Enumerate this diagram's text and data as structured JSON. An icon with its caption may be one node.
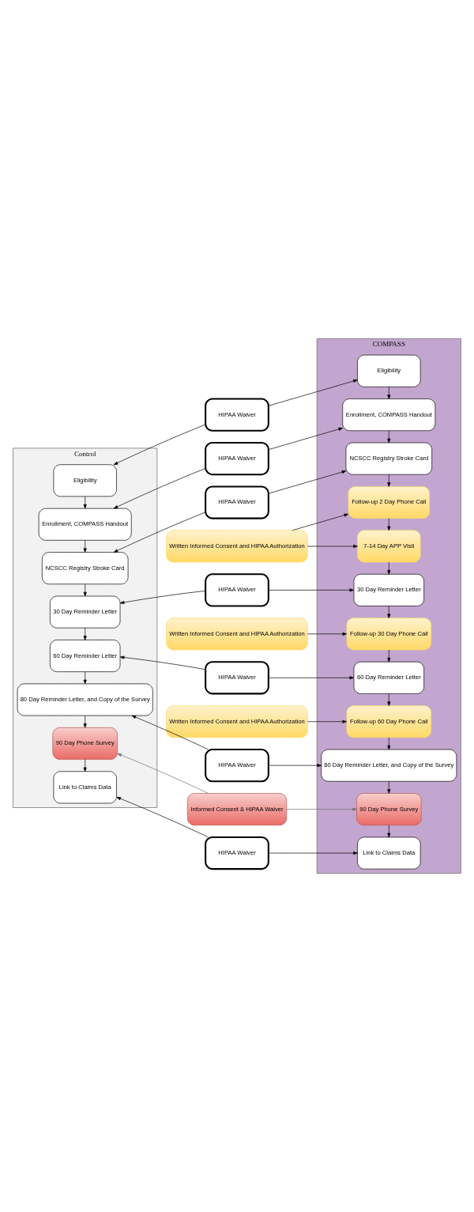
{
  "diagram": {
    "nodes": [
      {
        "text": [
          "Control"
        ]
      },
      {
        "text": [
          "Eligibility"
        ],
        "in": 0
      },
      {
        "text": [
          "Enrollment, COMPASS Handout"
        ],
        "in": 0
      },
      {
        "text": [
          "NCSCC Registry Stroke Card"
        ],
        "in": 0
      },
      {
        "text": [
          "30 Day Reminder Letter"
        ],
        "in": 0
      },
      {
        "text": [
          "60 Day Reminder Letter"
        ],
        "in": 0
      },
      {
        "text": [
          "80 Day Reminder Letter, and Copy of the Survey"
        ],
        "in": 0
      },
      {
        "text": [
          "90 Day Phone Survey"
        ],
        "in": 0
      },
      {
        "text": [
          "Link to Claims Data"
        ],
        "in": 0
      },
      {
        "text": [
          "HIPAA Waiver"
        ]
      },
      {
        "text": [
          "HIPAA Waiver"
        ]
      },
      {
        "text": [
          "HIPAA Waiver"
        ]
      },
      {
        "text": [
          "Written Informed Consent and HIPAA Authorization"
        ]
      },
      {
        "text": [
          "HIPAA Waiver"
        ]
      },
      {
        "text": [
          "Written Informed Consent and HIPAA Authorization"
        ]
      },
      {
        "text": [
          "HIPAA Waiver"
        ]
      },
      {
        "text": [
          "Written Informed Consent and HIPAA Authorization"
        ]
      },
      {
        "text": [
          "HIPAA Waiver"
        ]
      },
      {
        "text": [
          "Informed Consent & HIPAA Waiver"
        ]
      },
      {
        "text": [
          "HIPAA Waiver"
        ]
      },
      {
        "text": [
          "COMPASS"
        ]
      },
      {
        "text": [
          "Eligibility"
        ],
        "in": 20
      },
      {
        "text": [
          "Enrollment, COMPASS Handout"
        ],
        "in": 20
      },
      {
        "text": [
          "NCSCC Registry Stroke Card"
        ],
        "in": 20
      },
      {
        "text": [
          "Follow-up 2 Day Phone Call"
        ],
        "in": 20
      },
      {
        "text": [
          "7-14 Day APP Visit"
        ],
        "in": 20
      },
      {
        "text": [
          "30 Day Reminder Letter"
        ],
        "in": 20
      },
      {
        "text": [
          "Follow-up 30 Day Phone Call"
        ],
        "in": 20
      },
      {
        "text": [
          "60 Day Reminder Letter"
        ],
        "in": 20
      },
      {
        "text": [
          "Follow-up 60 Day Phone Call"
        ],
        "in": 20
      },
      {
        "text": [
          "80 Day Reminder Letter, and Copy of the Survey"
        ],
        "in": 20
      },
      {
        "text": [
          "90 Day Phone Survey"
        ],
        "in": 20
      },
      {
        "text": [
          "Link to Claims Data"
        ],
        "in": 20
      }
    ],
    "edges": [
      {
        "from": 1,
        "to": 2,
        "arrow": "to"
      },
      {
        "from": 2,
        "to": 3,
        "arrow": "to"
      },
      {
        "from": 3,
        "to": 4,
        "arrow": "to"
      },
      {
        "from": 4,
        "to": 5,
        "arrow": "to"
      },
      {
        "from": 5,
        "to": 6,
        "arrow": "to"
      },
      {
        "from": 6,
        "to": 7,
        "arrow": "to"
      },
      {
        "from": 7,
        "to": 8,
        "arrow": "to"
      },
      {
        "from": 21,
        "to": 22,
        "arrow": "to"
      },
      {
        "from": 22,
        "to": 23,
        "arrow": "to"
      },
      {
        "from": 23,
        "to": 24,
        "arrow": "to"
      },
      {
        "from": 24,
        "to": 25,
        "arrow": "to"
      },
      {
        "from": 25,
        "to": 26,
        "arrow": "to"
      },
      {
        "from": 26,
        "to": 27,
        "arrow": "to"
      },
      {
        "from": 27,
        "to": 28,
        "arrow": "to"
      },
      {
        "from": 28,
        "to": 29,
        "arrow": "to"
      },
      {
        "from": 29,
        "to": 30,
        "arrow": "to"
      },
      {
        "from": 30,
        "to": 31,
        "arrow": "to"
      },
      {
        "from": 31,
        "to": 32,
        "arrow": "to"
      },
      {
        "from": 9,
        "to": 1,
        "arrow": "to"
      },
      {
        "from": 9,
        "to": 21,
        "arrow": "to"
      },
      {
        "from": 10,
        "to": 2,
        "arrow": "to"
      },
      {
        "from": 10,
        "to": 22,
        "arrow": "to"
      },
      {
        "from": 11,
        "to": 3,
        "arrow": "to"
      },
      {
        "from": 11,
        "to": 23,
        "arrow": "to"
      },
      {
        "from": 12,
        "to": 24,
        "arrow": "to"
      },
      {
        "from": 12,
        "to": 25,
        "arrow": "to"
      },
      {
        "from": 13,
        "to": 4,
        "arrow": "to"
      },
      {
        "from": 13,
        "to": 26,
        "arrow": "to"
      },
      {
        "from": 14,
        "to": 27,
        "arrow": "to"
      },
      {
        "from": 15,
        "to": 5,
        "arrow": "to"
      },
      {
        "from": 15,
        "to": 28,
        "arrow": "to"
      },
      {
        "from": 16,
        "to": 29,
        "arrow": "to"
      },
      {
        "from": 17,
        "to": 6,
        "arrow": "to"
      },
      {
        "from": 17,
        "to": 30,
        "arrow": "to"
      },
      {
        "from": 18,
        "to": 7,
        "arrow": "to",
        "color": "#707070"
      },
      {
        "from": 18,
        "to": 31,
        "arrow": "to",
        "color": "#707070"
      },
      {
        "from": 19,
        "to": 8,
        "arrow": "to"
      },
      {
        "from": 19,
        "to": 32,
        "arrow": "to"
      }
    ]
  }
}
